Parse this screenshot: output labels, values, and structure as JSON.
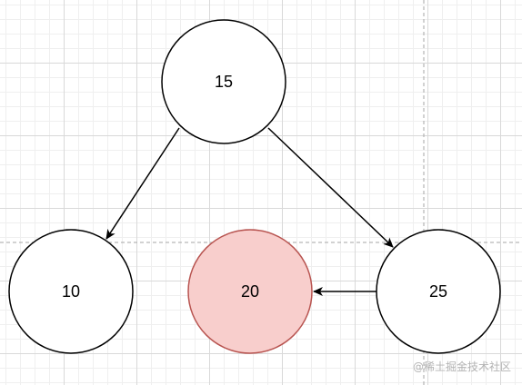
{
  "diagram": {
    "nodes": [
      {
        "id": "n15",
        "label": "15",
        "fill": "#ffffff",
        "stroke": "#000000"
      },
      {
        "id": "n10",
        "label": "10",
        "fill": "#ffffff",
        "stroke": "#000000"
      },
      {
        "id": "n20",
        "label": "20",
        "fill": "#f8cecc",
        "stroke": "#b85450"
      },
      {
        "id": "n25",
        "label": "25",
        "fill": "#ffffff",
        "stroke": "#000000"
      }
    ],
    "edges": [
      {
        "from": "15",
        "to": "10"
      },
      {
        "from": "15",
        "to": "25"
      },
      {
        "from": "25",
        "to": "20"
      }
    ]
  },
  "watermark": {
    "text": "@稀土掘金技术社区"
  },
  "colors": {
    "highlight_fill": "#f8cecc",
    "highlight_stroke": "#b85450",
    "guide_line": "#a6a6a6"
  }
}
